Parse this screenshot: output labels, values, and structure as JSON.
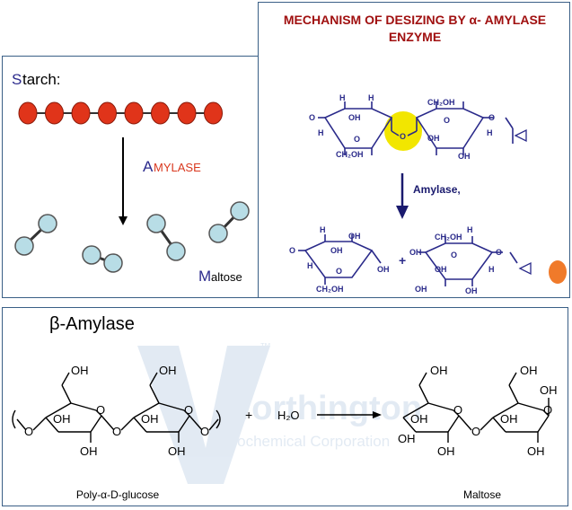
{
  "starch_panel": {
    "title_initial": "S",
    "title_rest": "tarch:",
    "bead_count": 8,
    "enzyme_initial": "A",
    "enzyme_rest": "MYLASE",
    "product_initial": "M",
    "product_rest": "altose",
    "colors": {
      "bead": "#e0341a",
      "maltose": "#b8dde6",
      "accent_blue": "#2b2a8c",
      "accent_red": "#d9381e"
    }
  },
  "mechanism_panel": {
    "title_line1": "MECHANISM OF DESIZING BY α- AMYLASE",
    "title_line2": "ENZYME",
    "enzyme_label": "Amylase,",
    "plus": "+",
    "atoms": {
      "O": "O",
      "OH": "OH",
      "H": "H",
      "CH2OH": "CH₂OH"
    },
    "colors": {
      "title": "#a01010",
      "highlight": "#f2e600",
      "bond": "#2a2a8a",
      "arrow": "#1a1a6e",
      "dot": "#f07a2a"
    }
  },
  "beta_panel": {
    "title": "β-Amylase",
    "plus": "+",
    "water": "H₂O",
    "left_caption": "Poly-α-D-glucose",
    "right_caption": "Maltose",
    "watermark_line1": "Worthington",
    "watermark_line2": "Biochemical Corporation",
    "watermark_tm": "™",
    "atoms": {
      "OH": "OH",
      "O": "O"
    }
  }
}
